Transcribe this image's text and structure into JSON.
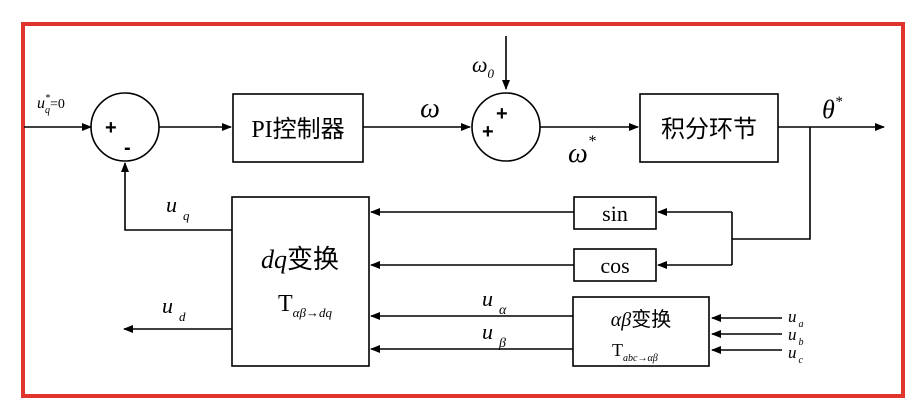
{
  "frame_color": "#e0342c",
  "inputs": {
    "uq_ref": {
      "var": "u",
      "sub": "q",
      "sup": "*",
      "tail": "=0"
    },
    "omega0": {
      "var": "ω",
      "sub": "0"
    },
    "ua": {
      "var": "u",
      "sub": "a"
    },
    "ub": {
      "var": "u",
      "sub": "b"
    },
    "uc": {
      "var": "u",
      "sub": "c"
    }
  },
  "sum1": {
    "plus": "+",
    "minus": "-"
  },
  "sum2": {
    "plus_left": "+",
    "plus_top": "+"
  },
  "blocks": {
    "pi": "PI控制器",
    "integrator": "积分环节",
    "sin": "sin",
    "cos": "cos",
    "dq": {
      "title_var": "dq",
      "title_text": "变换",
      "tf_main": "T",
      "tf_sub": "αβ→dq"
    },
    "ab": {
      "title_var": "αβ",
      "title_text": "变换",
      "tf_main": "T",
      "tf_sub": "abc→αβ"
    }
  },
  "signals": {
    "omega": "ω",
    "omega_star": {
      "var": "ω",
      "sup": "*"
    },
    "theta_star": {
      "var": "θ",
      "sup": "*"
    },
    "uq": {
      "var": "u",
      "sub": "q"
    },
    "ud": {
      "var": "u",
      "sub": "d"
    },
    "u_alpha": {
      "var": "u",
      "sub": "α"
    },
    "u_beta": {
      "var": "u",
      "sub": "β"
    }
  }
}
